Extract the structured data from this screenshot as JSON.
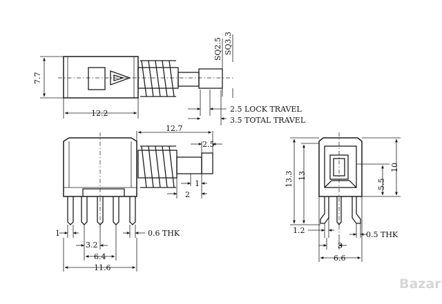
{
  "top_view": {
    "height": "7.7",
    "width": "12.2",
    "shaft_sq_small": "SQ2.5",
    "shaft_sq_large": "SQ3.3",
    "lock_travel": "2.5 LOCK TRAVEL",
    "total_travel": "3.5 TOTAL TRAVEL"
  },
  "side_view": {
    "overall_length": "12.7",
    "tip_length": "2.5",
    "dim_1": "1",
    "dim_2": "2",
    "pin_gap": "1",
    "thickness": "0.6 THK",
    "pitch": "3.2",
    "outer_pins": "6.4",
    "width": "11.6"
  },
  "end_view": {
    "total_height": "13.3",
    "body_height": "13",
    "frame_height": "10",
    "lever_height": "5.5",
    "pin_offset": "1.2",
    "thickness": "0.5 THK",
    "pitch": "3",
    "width": "6.6"
  },
  "watermark": "Bazar"
}
